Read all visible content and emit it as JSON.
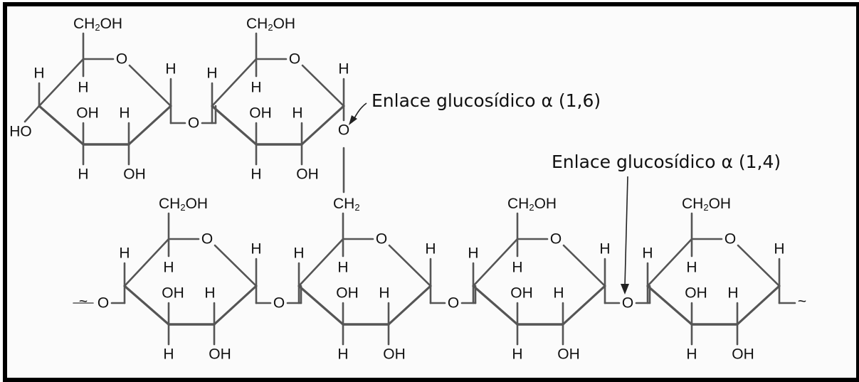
{
  "diagram": {
    "atom_labels": {
      "hydrogen": "H",
      "hydroxyl": "OH",
      "hydroxyl_left": "HO",
      "oxygen": "O",
      "ch2oh": "CH",
      "ch2oh_sub": "2",
      "ch2oh_tail": "OH",
      "ch2": "CH",
      "ch2_sub": "2"
    },
    "annotations": {
      "bond_16": "Enlace glucosídico α (1,6)",
      "bond_14": "Enlace glucosídico α (1,4)"
    },
    "chain_end": "~"
  },
  "colors": {
    "frame": "#000000",
    "bond": "#555555",
    "text": "#111111",
    "background": "#fbfbfb"
  }
}
